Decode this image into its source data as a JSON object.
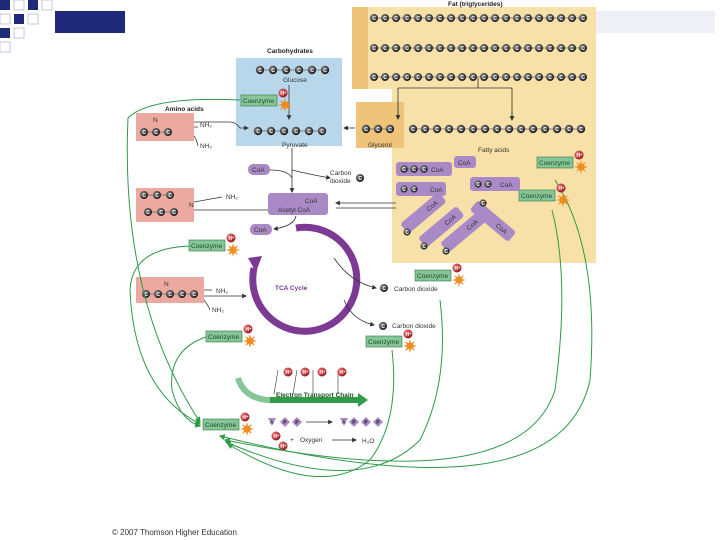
{
  "labels": {
    "fat": "Fat (triglycerides)",
    "carbohydrates": "Carbohydrates",
    "glucose": "Glucose",
    "pyruvate": "Pyruvate",
    "amino_acids": "Amino acids",
    "glycerol": "Glycerol",
    "fatty_acids": "Fatty acids",
    "coa": "CoA",
    "carbon_dioxide_1": "Carbon",
    "carbon_dioxide_2": "dioxide",
    "acetyl_coa": "Acetyl CoA",
    "coa_short": "CoA",
    "tca_cycle": "TCA Cycle",
    "carbon_dioxide_a": "Carbon dioxide",
    "carbon_dioxide_b": "Carbon dioxide",
    "electron_transport_chain": "Electron Transport Chain",
    "oxygen": "Oxygen",
    "water": "H₂O",
    "nh2": "NH₂",
    "n": "N",
    "h_plus": "H⁺",
    "carbon_letter": "C",
    "plus": "+",
    "adp_a": "A",
    "p": "P"
  },
  "coenzyme_label": "Coenzyme",
  "copyright": "© 2007 Thomson Higher Education",
  "colors": {
    "fat_panel": "#f7e1a8",
    "carb_panel": "#b8d7ea",
    "amino_panel": "#eba9a0",
    "coa_purple": "#a98ac6",
    "coenzyme_green": "#86c49a",
    "arrow_green": "#2e9a4a",
    "tca_purple": "#7d3a95",
    "h_red": "#c0262b",
    "burst_orange": "#f28c1e"
  }
}
